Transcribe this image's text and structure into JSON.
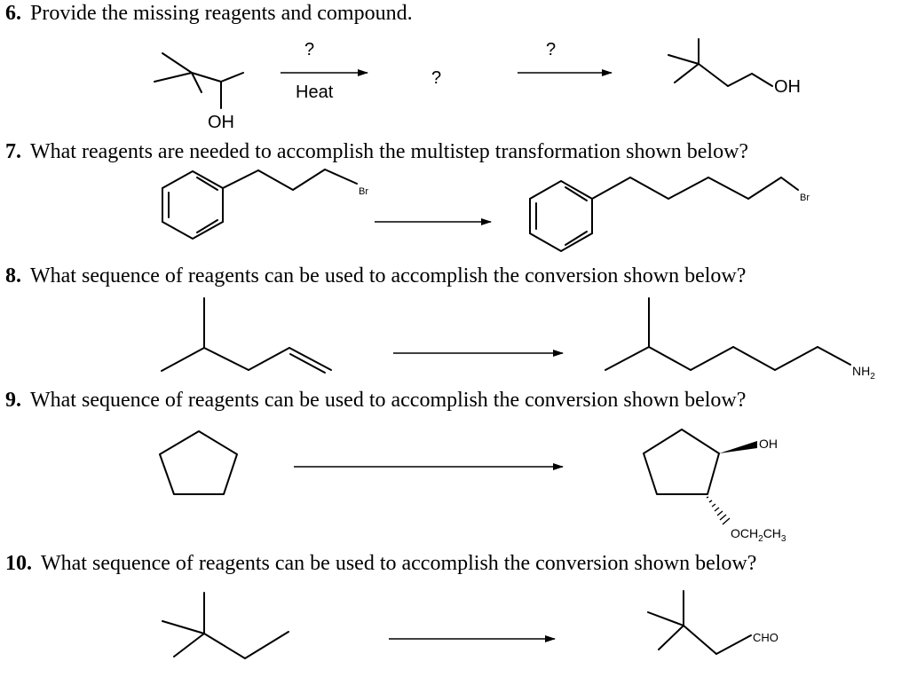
{
  "questions": [
    {
      "number": "6.",
      "text": "Provide the missing reagents and compound."
    },
    {
      "number": "7.",
      "text": "What reagents are needed to accomplish the multistep transformation shown below?"
    },
    {
      "number": "8.",
      "text": "What sequence of reagents can be used to accomplish the conversion shown below?"
    },
    {
      "number": "9.",
      "text": "What sequence of reagents can be used to accomplish the conversion shown below?"
    },
    {
      "number": "10.",
      "text": "What sequence of reagents can be used to accomplish the conversion shown below?"
    }
  ],
  "q6": {
    "reagent1_top": "?",
    "reagent1_bottom": "Heat",
    "intermediate": "?",
    "reagent2_top": "?",
    "start_label": "OH",
    "product_label": "OH"
  },
  "q7": {
    "start_label": "Br",
    "product_label": "Br"
  },
  "q8": {
    "product_label": "NH2"
  },
  "q9": {
    "product_label_top": "OH",
    "product_label_bottom": "OCH2CH3"
  },
  "q10": {
    "product_label": "CHO"
  }
}
